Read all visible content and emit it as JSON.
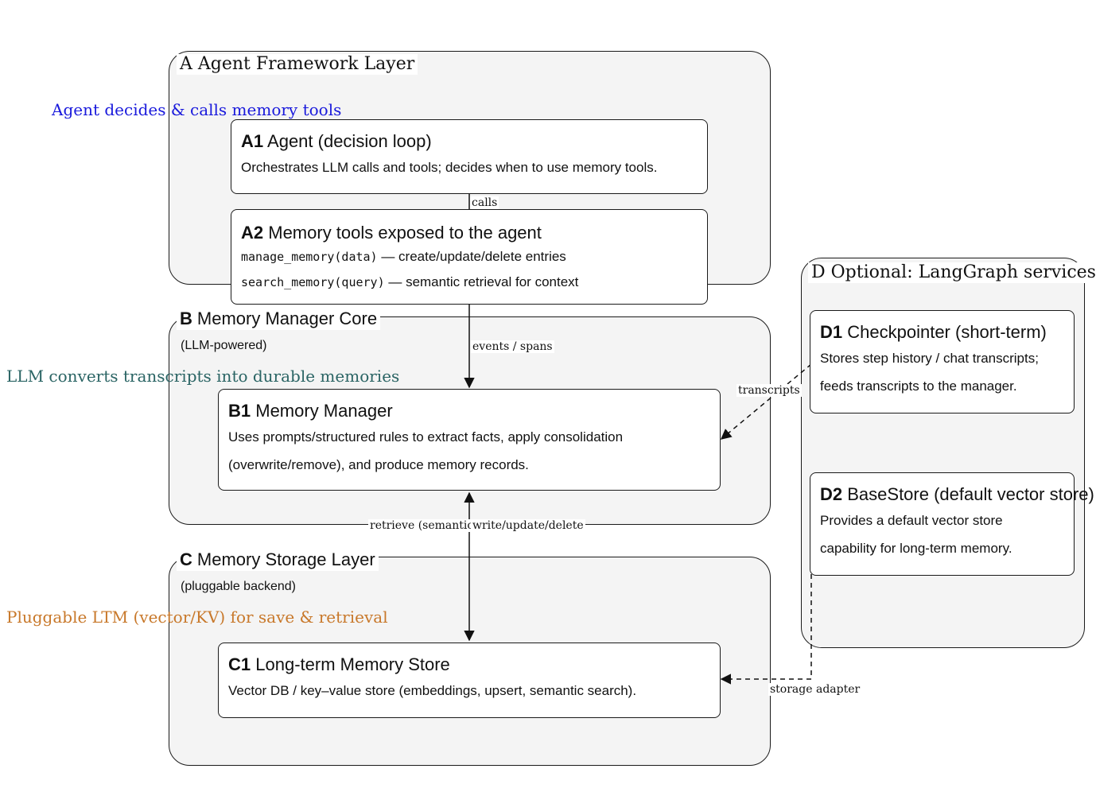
{
  "annotations": {
    "agent_note": "Agent decides & calls memory tools",
    "agent_note_color": "#1a1adc",
    "manager_note": "LLM converts transcripts into durable memories",
    "manager_note_color": "#2a6464",
    "storage_note": "Pluggable LTM (vector/KV) for save & retrieval",
    "storage_note_color": "#c8782a"
  },
  "layer_a": {
    "title": "A Agent Framework Layer",
    "a1": {
      "id": "A1",
      "name": "Agent (decision loop)",
      "desc": "Orchestrates LLM calls and tools; decides when to use memory tools."
    },
    "a2": {
      "id": "A2",
      "name": "Memory tools exposed to the agent",
      "tool1_code": "manage_memory(data)",
      "tool1_desc": " — create/update/delete entries",
      "tool2_code": "search_memory(query)",
      "tool2_desc": " — semantic retrieval for context"
    }
  },
  "layer_b": {
    "letter": "B",
    "title": "Memory Manager Core",
    "subtitle": "(LLM-powered)",
    "b1": {
      "id": "B1",
      "name": "Memory Manager",
      "desc": "Uses prompts/structured rules to extract facts, apply consolidation (overwrite/remove), and produce memory records."
    }
  },
  "layer_c": {
    "letter": "C",
    "title": "Memory Storage Layer",
    "subtitle": "(pluggable backend)",
    "c1": {
      "id": "C1",
      "name": "Long-term Memory Store",
      "desc": "Vector DB / key–value store (embeddings, upsert, semantic search)."
    }
  },
  "layer_d": {
    "title": "D Optional: LangGraph services",
    "d1": {
      "id": "D1",
      "name": "Checkpointer (short-term)",
      "desc": "Stores step history / chat transcripts; feeds transcripts to the manager."
    },
    "d2": {
      "id": "D2",
      "name": "BaseStore (default vector store)",
      "desc": "Provides a default vector store capability for long-term memory."
    }
  },
  "edges": {
    "calls": "calls",
    "events": "events / spans",
    "retrieve": "retrieve (semantic)",
    "write": "write/update/delete",
    "transcripts": "transcripts",
    "storage_adapter": "storage adapter"
  }
}
